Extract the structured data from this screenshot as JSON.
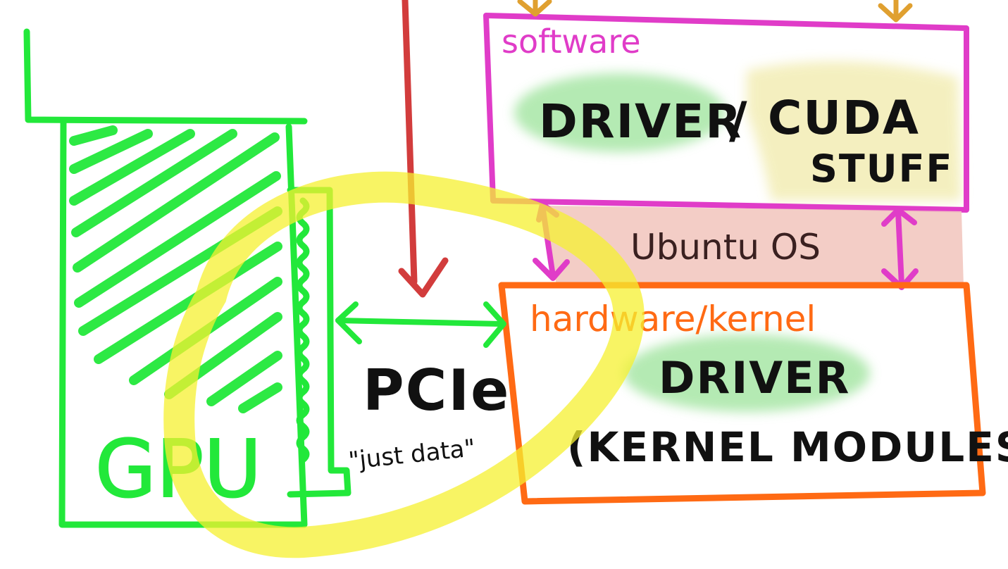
{
  "software": {
    "title": "software",
    "driver": "DRIVER",
    "slash": "/",
    "cuda_line1": "CUDA",
    "cuda_line2": "STUFF"
  },
  "os": {
    "label": "Ubuntu OS"
  },
  "hardware": {
    "title": "hardware/kernel",
    "driver": "DRIVER",
    "modules": "(KERNEL MODULES)"
  },
  "gpu": {
    "label": "GPU"
  },
  "pcie": {
    "label": "PCIe",
    "note": "\"just data\""
  },
  "colors": {
    "software": "#e03cc8",
    "hardware": "#ff6a14",
    "gpu": "#22e83a",
    "arrow_red": "#d23c3c",
    "arrow_orange": "#e0a030",
    "highlight_yellow": "#f5f030",
    "os_band": "#f2c8c0",
    "driver_highlight": "#9be39a"
  },
  "icons": [
    "arrow-down-red",
    "arrow-down-orange",
    "double-arrow-pink",
    "double-arrow-green",
    "highlight-circle"
  ]
}
